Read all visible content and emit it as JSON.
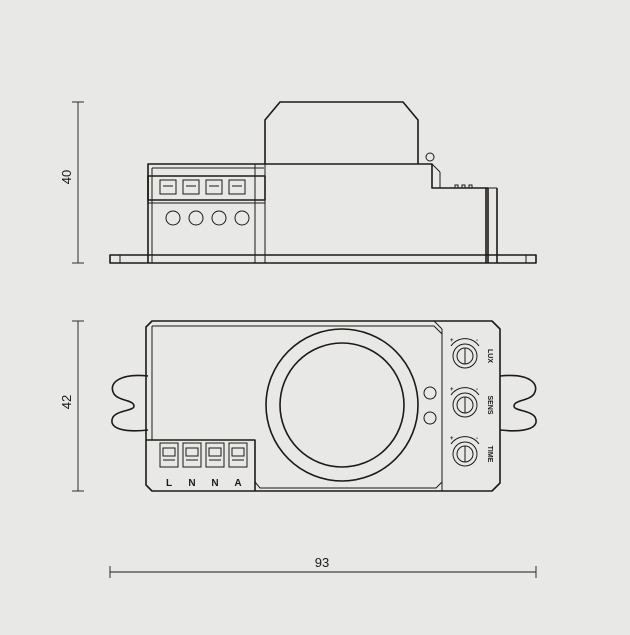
{
  "dimensions": {
    "height_side": "40",
    "depth_top": "42",
    "length": "93"
  },
  "terminal_labels": [
    "L",
    "N",
    "N",
    "A"
  ],
  "knob_labels": [
    "LUX",
    "SENS",
    "TIME"
  ],
  "colors": {
    "background": "#e8e8e7",
    "line": "#1e1a16"
  }
}
